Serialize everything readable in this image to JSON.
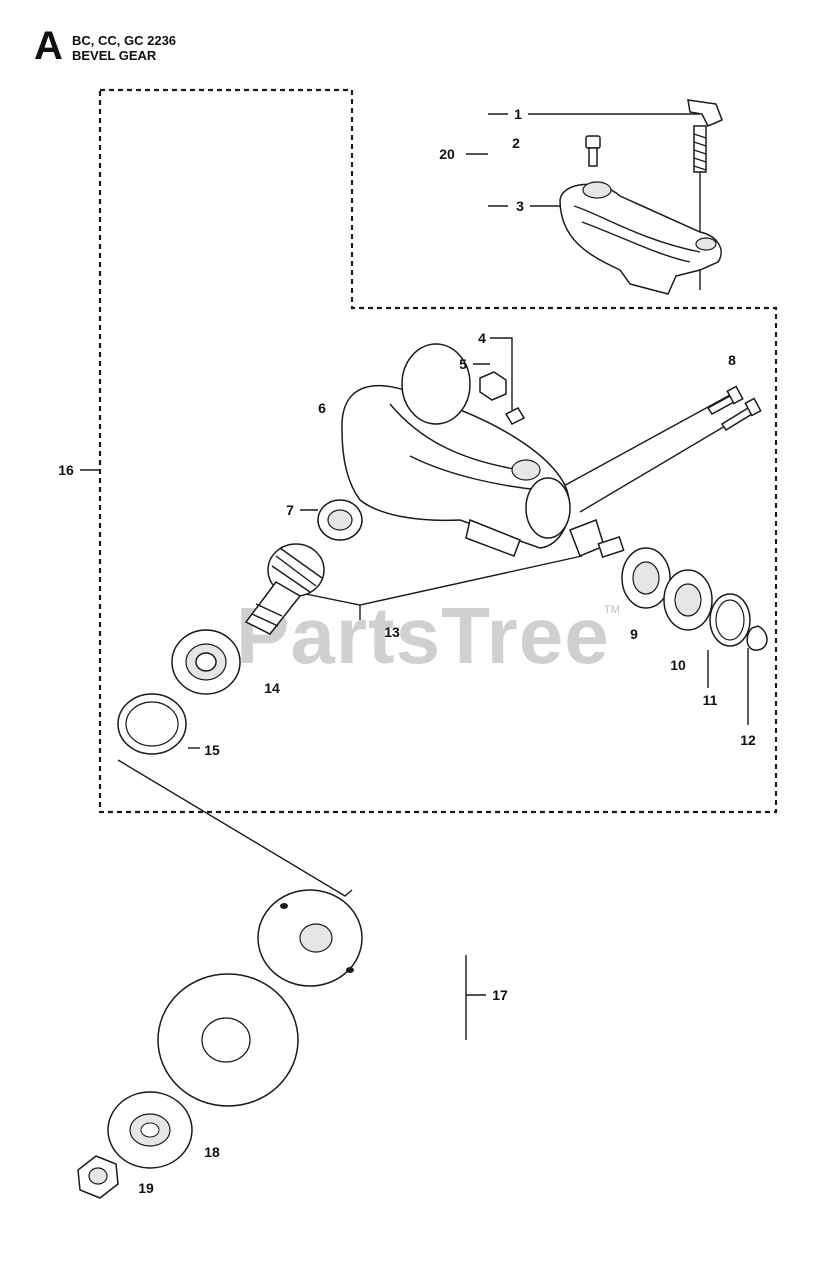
{
  "header": {
    "section_letter": "A",
    "models": "BC, CC, GC 2236",
    "title": "BEVEL GEAR"
  },
  "watermark": {
    "text": "PartsTree",
    "trademark": "TM"
  },
  "callouts": [
    {
      "id": "1",
      "label": "1"
    },
    {
      "id": "2",
      "label": "2"
    },
    {
      "id": "3",
      "label": "3"
    },
    {
      "id": "4",
      "label": "4"
    },
    {
      "id": "5",
      "label": "5"
    },
    {
      "id": "6",
      "label": "6"
    },
    {
      "id": "7",
      "label": "7"
    },
    {
      "id": "8",
      "label": "8"
    },
    {
      "id": "9",
      "label": "9"
    },
    {
      "id": "10",
      "label": "10"
    },
    {
      "id": "11",
      "label": "11"
    },
    {
      "id": "12",
      "label": "12"
    },
    {
      "id": "13",
      "label": "13"
    },
    {
      "id": "14",
      "label": "14"
    },
    {
      "id": "15",
      "label": "15"
    },
    {
      "id": "16",
      "label": "16"
    },
    {
      "id": "17",
      "label": "17"
    },
    {
      "id": "18",
      "label": "18"
    },
    {
      "id": "19",
      "label": "19"
    },
    {
      "id": "20",
      "label": "20"
    }
  ]
}
